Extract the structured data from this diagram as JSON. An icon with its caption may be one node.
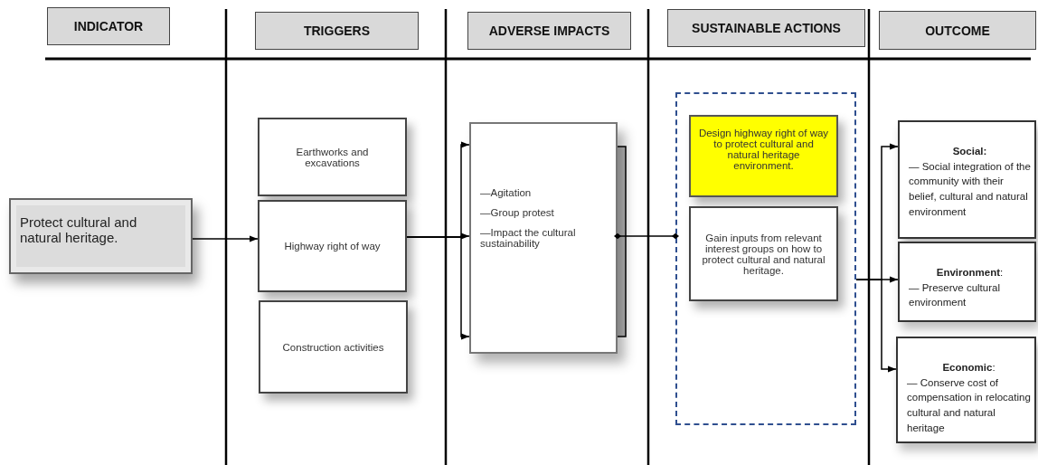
{
  "diagram": {
    "nodes": [
      {
        "text": [
          "INDICATOR"
        ]
      },
      {
        "text": [
          "TRIGGERS"
        ]
      },
      {
        "text": [
          "ADVERSE IMPACTS"
        ]
      },
      {
        "text": [
          "SUSTAINABLE ACTIONS"
        ]
      },
      {
        "text": [
          "OUTCOME"
        ]
      },
      {
        "text": [
          "Protect cultural and natural heritage."
        ]
      },
      {
        "text": [
          "Earthworks and excavations"
        ]
      },
      {
        "text": [
          "Highway right of way"
        ]
      },
      {
        "text": [
          "Construction activities"
        ]
      },
      {
        "text": [
          "—Agitation",
          "—Group protest",
          "—Impact the cultural sustainability"
        ]
      },
      {
        "text": [],
        "shape": "box"
      },
      {
        "text": [
          "Design highway right of way to protect cultural and natural heritage environment."
        ],
        "in": 10
      },
      {
        "text": [
          "Gain inputs from relevant interest groups on how to protect cultural and natural heritage."
        ],
        "in": 10
      },
      {
        "text": [
          "Social:",
          "— Social integration of the community with their belief,  cultural and natural environment"
        ]
      },
      {
        "text": [
          "**Environment**:",
          "— Preserve cultural environment"
        ]
      },
      {
        "text": [
          "**Economic**:",
          "— Conserve cost of compensation in relocating cultural and natural heritage"
        ]
      }
    ],
    "edges": [
      {
        "from": 5,
        "to": 7,
        "arrow": "to"
      },
      {
        "from": 7,
        "to": 9,
        "arrow": "to"
      },
      {
        "from": 7,
        "to": 9,
        "arrow": "to"
      },
      {
        "from": 7,
        "to": 9,
        "arrow": "to"
      },
      {
        "from": 9,
        "to": 10,
        "arrow": "other"
      },
      {
        "from": 10,
        "to": 13,
        "arrow": "to"
      },
      {
        "from": 10,
        "to": 14,
        "arrow": "to"
      },
      {
        "from": 10,
        "to": 15,
        "arrow": "to"
      }
    ]
  }
}
